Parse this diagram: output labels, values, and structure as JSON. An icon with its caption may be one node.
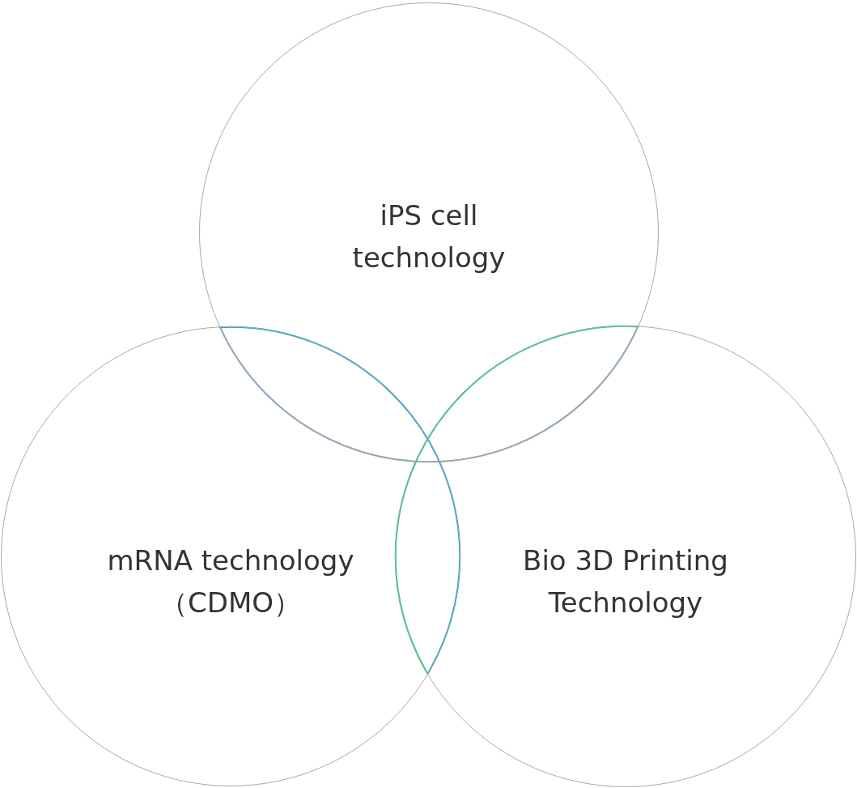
{
  "diagram": {
    "nodes": [
      {
        "text": [
          "iPS cell technology"
        ]
      },
      {
        "text": [
          "mRNA technology （CDMO）"
        ]
      },
      {
        "text": [
          "Bio 3D Printing Technology"
        ]
      }
    ]
  }
}
